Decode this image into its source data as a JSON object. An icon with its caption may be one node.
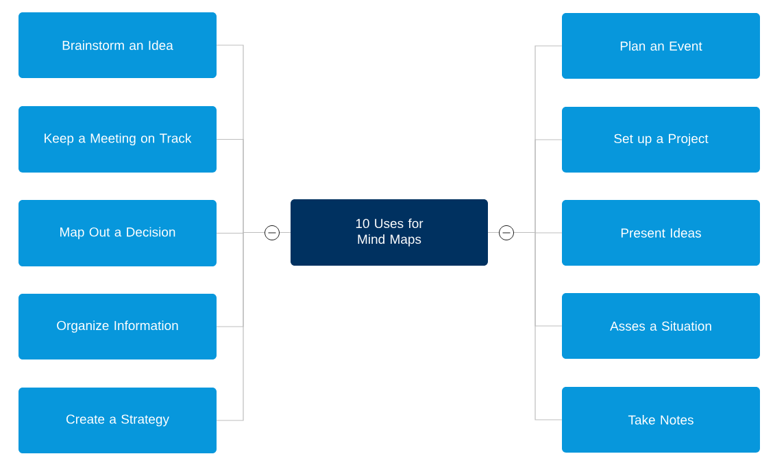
{
  "diagram": {
    "nodes": [
      {
        "text": [
          "10 Uses for Mind Maps"
        ]
      },
      {
        "text": [
          "Brainstorm an Idea"
        ]
      },
      {
        "text": [
          "Keep a Meeting on Track"
        ]
      },
      {
        "text": [
          "Map Out a Decision"
        ]
      },
      {
        "text": [
          "Organize Information"
        ]
      },
      {
        "text": [
          "Create a Strategy"
        ]
      },
      {
        "text": [
          "Plan an Event"
        ]
      },
      {
        "text": [
          "Set up a Project"
        ]
      },
      {
        "text": [
          "Present Ideas"
        ]
      },
      {
        "text": [
          "Asses a Situation"
        ]
      },
      {
        "text": [
          "Take Notes"
        ]
      }
    ],
    "edges": [
      {
        "from": 0,
        "to": 1,
        "arrow": "none"
      },
      {
        "from": 0,
        "to": 2,
        "arrow": "none"
      },
      {
        "from": 0,
        "to": 3,
        "arrow": "none"
      },
      {
        "from": 0,
        "to": 4,
        "arrow": "none"
      },
      {
        "from": 0,
        "to": 5,
        "arrow": "none"
      },
      {
        "from": 0,
        "to": 6,
        "arrow": "none"
      },
      {
        "from": 0,
        "to": 7,
        "arrow": "none"
      },
      {
        "from": 0,
        "to": 8,
        "arrow": "none"
      },
      {
        "from": 0,
        "to": 9,
        "arrow": "none"
      },
      {
        "from": 0,
        "to": 10,
        "arrow": "none"
      }
    ]
  }
}
